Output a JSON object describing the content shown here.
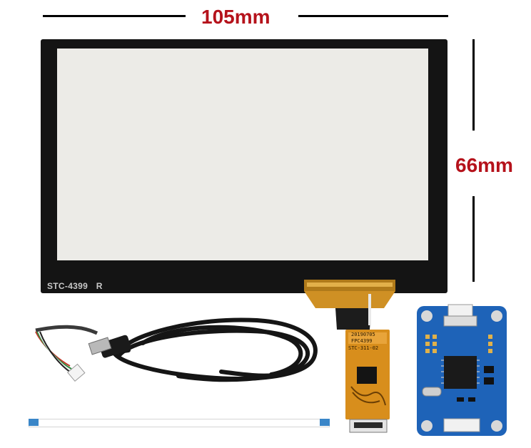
{
  "dimensions": {
    "width_label": "105mm",
    "height_label": "66mm",
    "label_color": "#b5121b"
  },
  "touch_panel": {
    "model_code": "STC-4399",
    "revision": "R",
    "bezel_color": "#141414",
    "glass_color": "#ecebe7"
  },
  "flex_cable": {
    "label_line1": "20190705",
    "label_line2": "FPC4399",
    "label_line3": "STC-311-02",
    "color": "#d88e1c"
  },
  "accessories": {
    "usb_cable": "usb-cable",
    "controller_board": "controller-board",
    "ribbon_cable": "ffc-ribbon"
  }
}
